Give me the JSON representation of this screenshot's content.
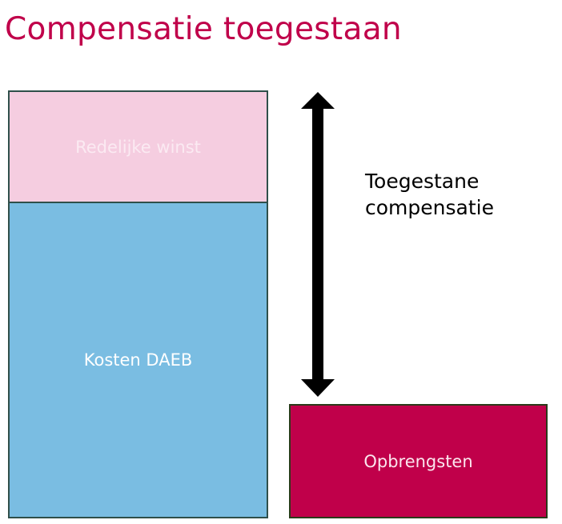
{
  "title": "Compensatie toegestaan",
  "boxes": {
    "redelijke_winst": "Redelijke winst",
    "kosten": "Kosten DAEB",
    "opbrengsten": "Opbrengsten"
  },
  "arrow_label": {
    "line1": "Toegestane",
    "line2": "compensatie"
  },
  "colors": {
    "title": "#c0004a",
    "pink": "#f5cde0",
    "blue": "#7abde2",
    "red": "#c0004a"
  }
}
